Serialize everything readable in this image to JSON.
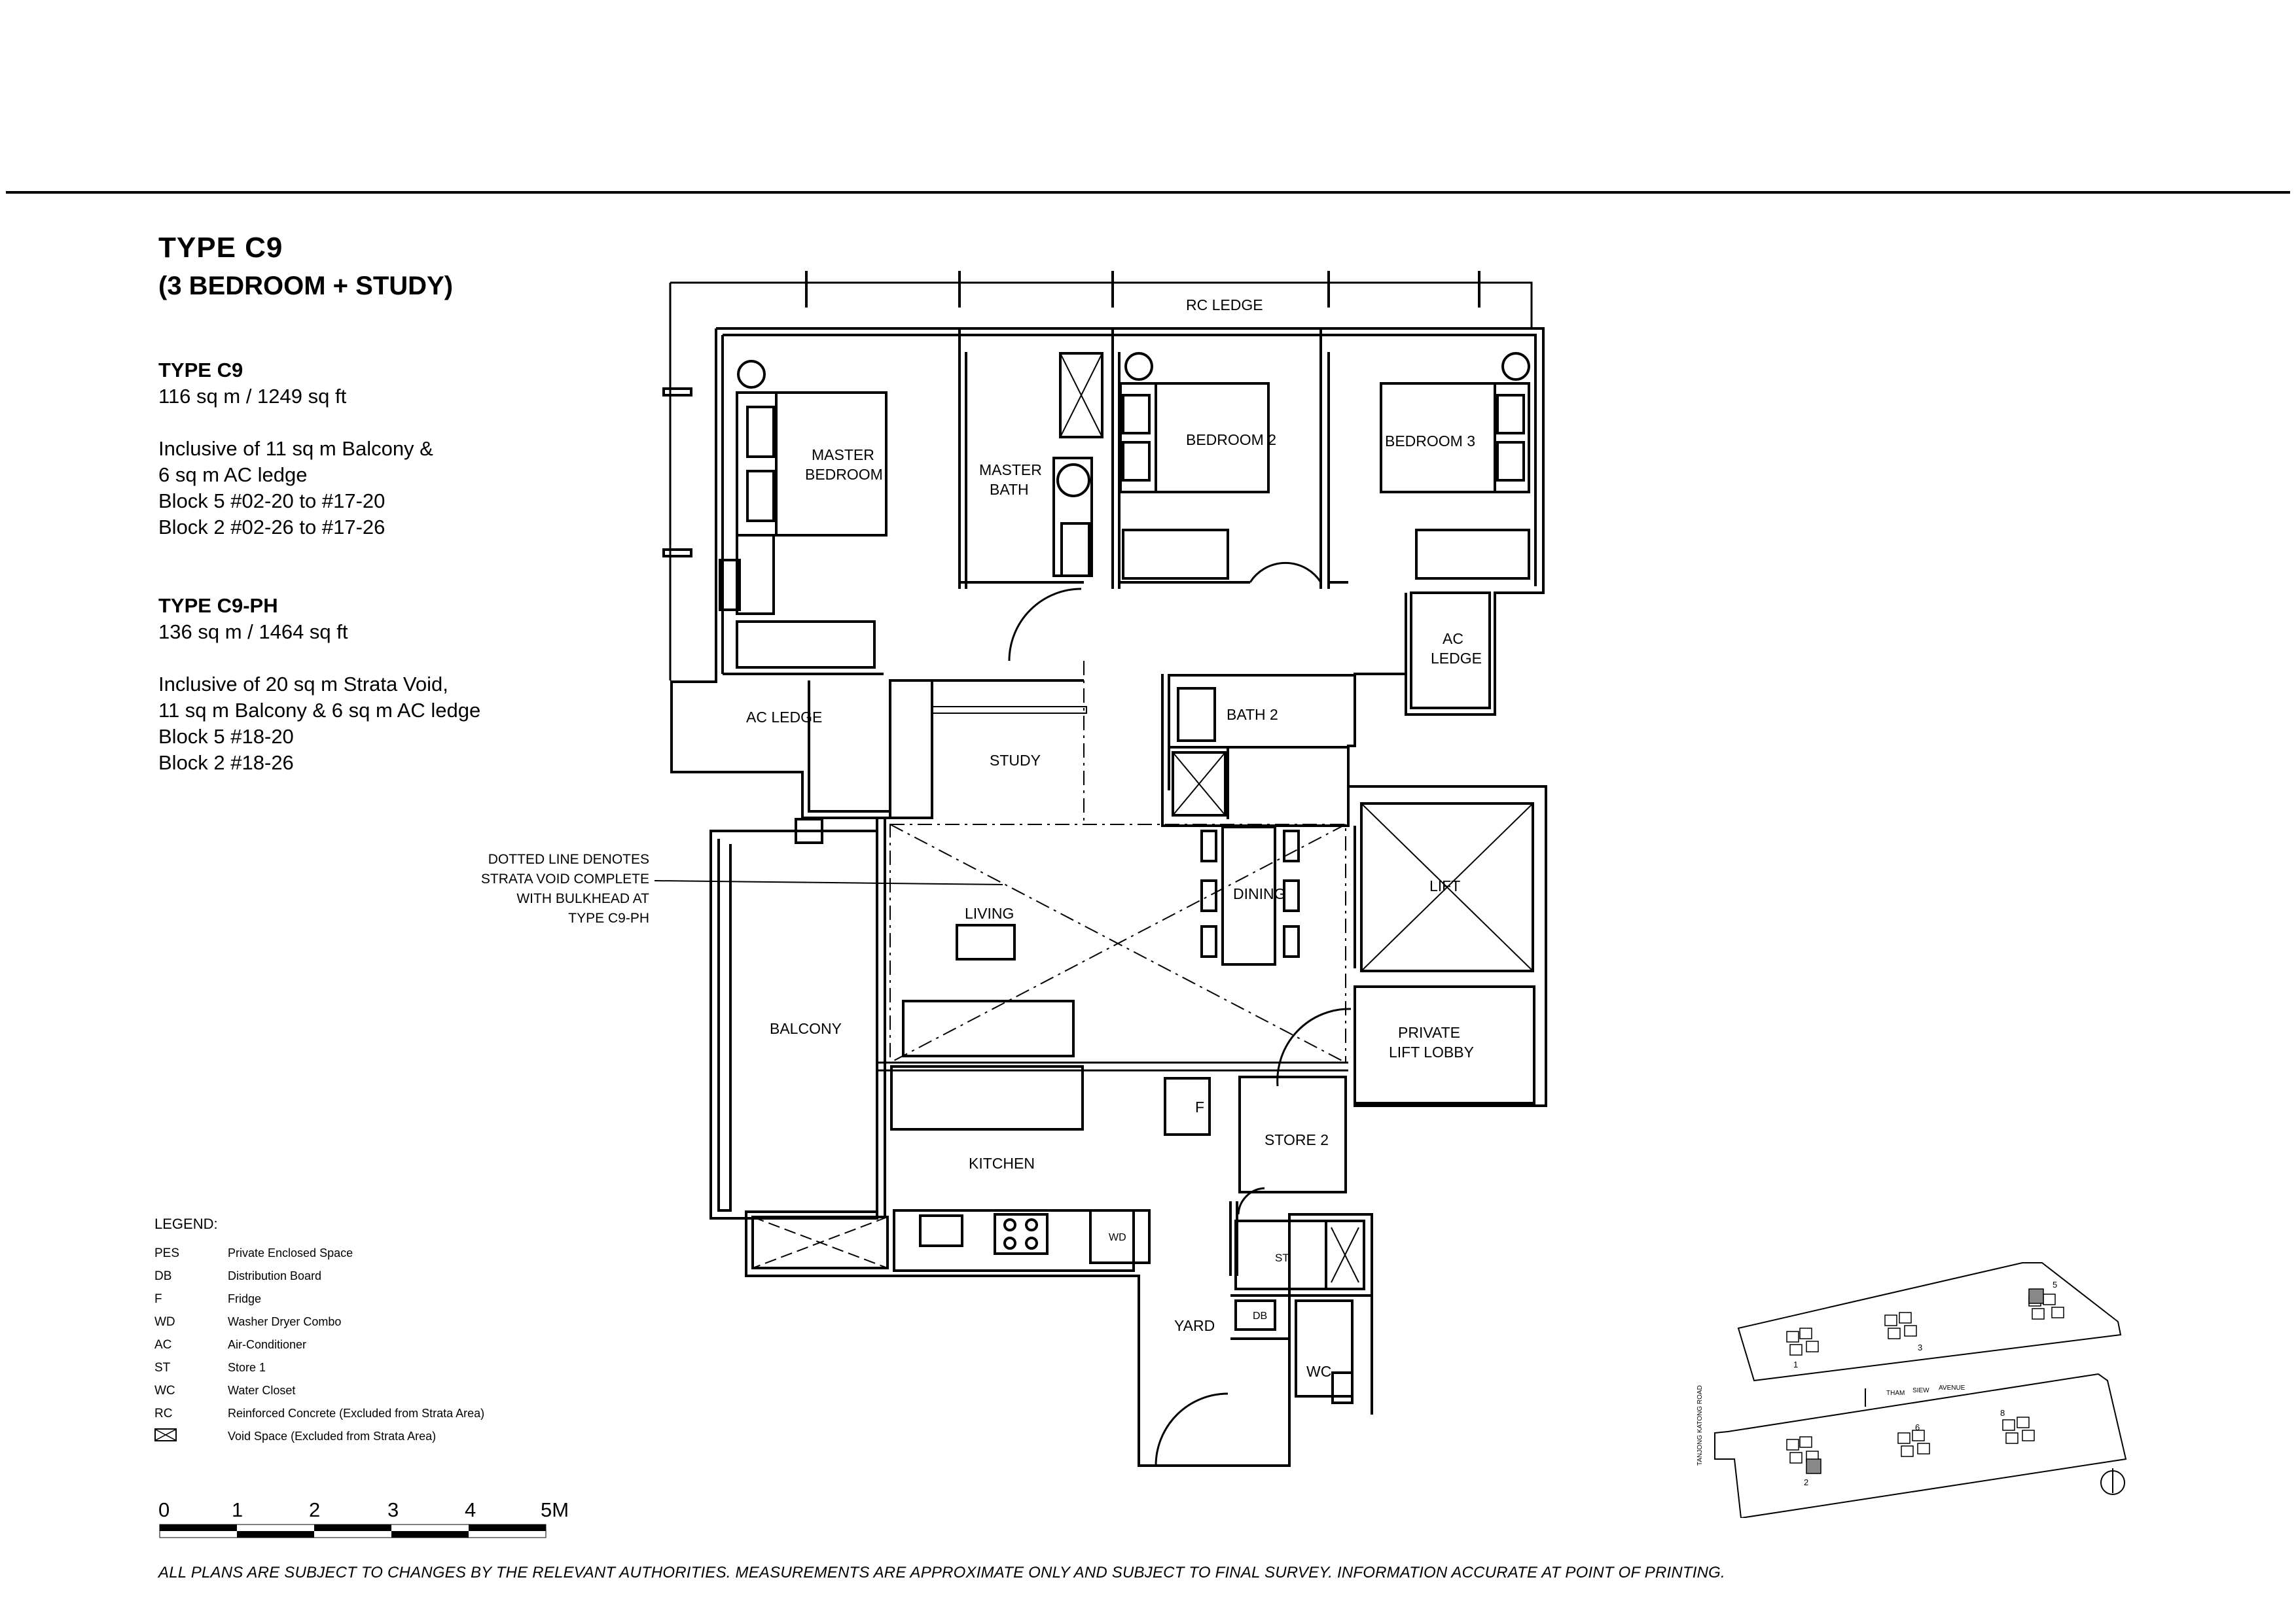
{
  "header": {
    "title": "TYPE  C9",
    "subtitle": "(3 BEDROOM + STUDY)"
  },
  "unit_info": {
    "c9": {
      "heading": "TYPE C9",
      "area": "116 sq m / 1249 sq ft",
      "lines": [
        "Inclusive of 11 sq m Balcony &",
        "6 sq m AC ledge",
        "Block 5  #02-20 to #17-20",
        "Block 2  #02-26 to #17-26"
      ]
    },
    "c9ph": {
      "heading": "TYPE C9-PH",
      "area": "136 sq m / 1464 sq ft",
      "lines": [
        "Inclusive of 20 sq m Strata Void,",
        "11 sq m Balcony & 6 sq m AC ledge",
        "Block 5  #18-20",
        "Block 2  #18-26"
      ]
    }
  },
  "rooms": {
    "rc_ledge": "RC LEDGE",
    "master_bedroom_1": "MASTER",
    "master_bedroom_2": "BEDROOM",
    "master_bath_1": "MASTER",
    "master_bath_2": "BATH",
    "bedroom2": "BEDROOM 2",
    "bedroom3": "BEDROOM 3",
    "ac_ledge_right_1": "AC",
    "ac_ledge_right_2": "LEDGE",
    "ac_ledge_left": "AC LEDGE",
    "study": "STUDY",
    "bath2": "BATH 2",
    "living": "LIVING",
    "dining": "DINING",
    "lift": "LIFT",
    "private_lift_lobby_1": "PRIVATE",
    "private_lift_lobby_2": "LIFT LOBBY",
    "balcony": "BALCONY",
    "fridge": "F",
    "store2": "STORE 2",
    "kitchen": "KITCHEN",
    "wd": "WD",
    "st": "ST",
    "db": "DB",
    "yard": "YARD",
    "wc": "WC"
  },
  "void_note": [
    "DOTTED LINE DENOTES",
    "STRATA VOID COMPLETE",
    "WITH BULKHEAD AT",
    "TYPE C9-PH"
  ],
  "legend": {
    "heading": "LEGEND:",
    "items": [
      {
        "key": "PES",
        "desc": "Private Enclosed Space"
      },
      {
        "key": "DB",
        "desc": "Distribution Board"
      },
      {
        "key": "F",
        "desc": "Fridge"
      },
      {
        "key": "WD",
        "desc": "Washer Dryer Combo"
      },
      {
        "key": "AC",
        "desc": "Air-Conditioner"
      },
      {
        "key": "ST",
        "desc": "Store 1"
      },
      {
        "key": "WC",
        "desc": "Water Closet"
      },
      {
        "key": "RC",
        "desc": "Reinforced Concrete (Excluded from Strata Area)"
      },
      {
        "key": "",
        "desc": "Void Space (Excluded from Strata Area)"
      }
    ]
  },
  "scale_bar": {
    "labels": [
      "0",
      "1",
      "2",
      "3",
      "4",
      "5M"
    ]
  },
  "site_plan": {
    "road_left": "TANJONG  KATONG  ROAD",
    "avenue": [
      "THAM",
      "SIEW",
      "AVENUE"
    ],
    "blocks": [
      "1",
      "2",
      "3",
      "5",
      "6",
      "8"
    ]
  },
  "disclaimer": "ALL PLANS ARE SUBJECT TO CHANGES BY THE RELEVANT AUTHORITIES. MEASUREMENTS ARE APPROXIMATE ONLY AND SUBJECT TO FINAL SURVEY. INFORMATION ACCURATE AT POINT OF PRINTING."
}
